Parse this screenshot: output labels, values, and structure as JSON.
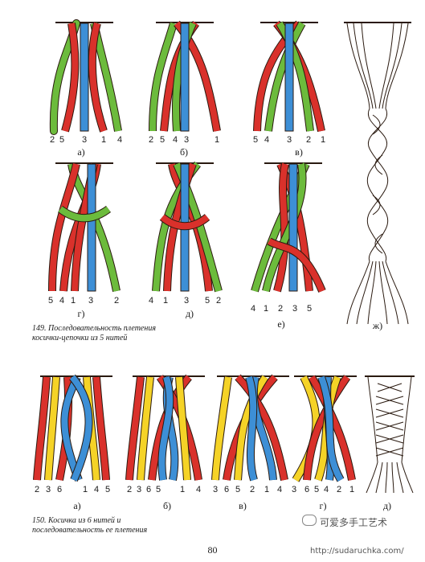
{
  "fig149": {
    "caption": "149. Последовательность плетения косички-цепочки из 5 нитей",
    "panels": [
      {
        "label": "а)",
        "nums": [
          "2",
          "5",
          "3",
          "1",
          "4"
        ]
      },
      {
        "label": "б)",
        "nums": [
          "2",
          "5",
          "4",
          "3",
          "1"
        ]
      },
      {
        "label": "в)",
        "nums": [
          "5",
          "4",
          "3",
          "2",
          "1"
        ]
      },
      {
        "label": "г)",
        "nums": [
          "5",
          "4",
          "1",
          "3",
          "2"
        ]
      },
      {
        "label": "д)",
        "nums": [
          "4",
          "1",
          "3",
          "5",
          "2"
        ]
      },
      {
        "label": "е)",
        "nums": [
          "4",
          "1",
          "2",
          "3",
          "5"
        ]
      },
      {
        "label": "ж)",
        "nums": []
      }
    ]
  },
  "fig150": {
    "caption": "150. Косичка из 6 нитей и последовательность ее плетения",
    "panels": [
      {
        "label": "а)",
        "nums": [
          "2",
          "3",
          "6",
          "1",
          "4",
          "5"
        ]
      },
      {
        "label": "б)",
        "nums": [
          "2",
          "3",
          "6",
          "5",
          "1",
          "4"
        ]
      },
      {
        "label": "в)",
        "nums": [
          "3",
          "6",
          "5",
          "2",
          "1",
          "4"
        ]
      },
      {
        "label": "г)",
        "nums": [
          "3",
          "6",
          "5",
          "4",
          "2",
          "1"
        ]
      },
      {
        "label": "д)",
        "nums": []
      }
    ]
  },
  "page_number": "80",
  "watermark": {
    "title": "可爱多手工艺术",
    "url": "http://sudaruchka.com/"
  },
  "colors": {
    "red": "#d9312b",
    "green": "#6cbb3c",
    "blue": "#3d8fd6",
    "yellow": "#f5d327",
    "outline": "#2a1a10"
  }
}
